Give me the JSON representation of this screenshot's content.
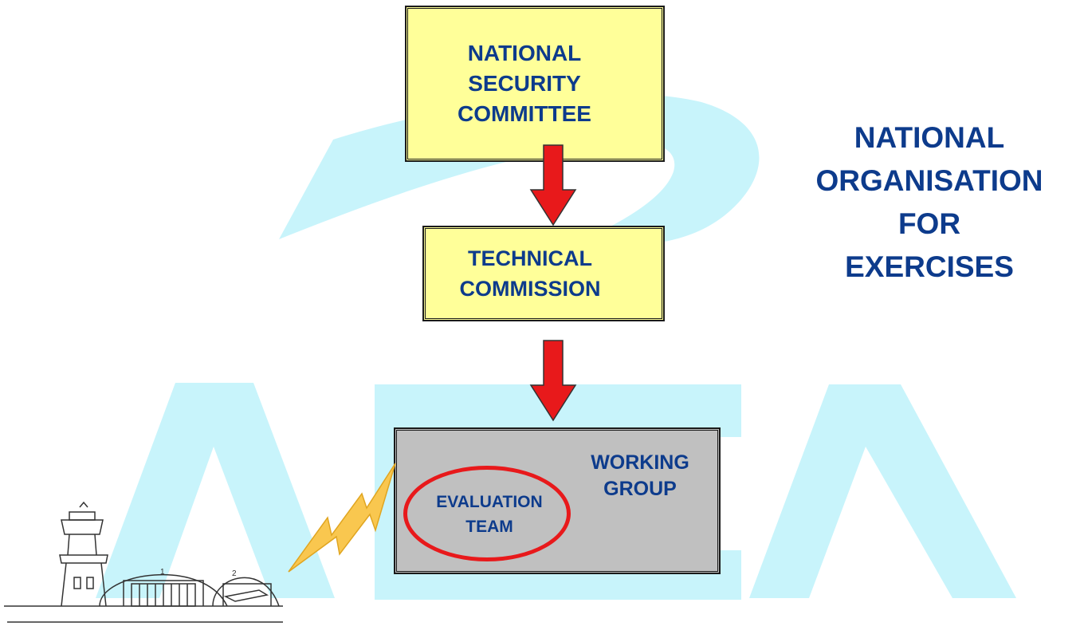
{
  "watermark": {
    "text": "AESA"
  },
  "boxes": {
    "national_security_committee": "NATIONAL\nSECURITY\nCOMMITTEE",
    "technical_commission": "TECHNICAL\nCOMMISSION",
    "working_group": "WORKING\nGROUP",
    "evaluation_team": "EVALUATION\nTEAM"
  },
  "side_title": "NATIONAL\nORGANISATION\nFOR\nEXERCISES",
  "colors": {
    "label_text": "#0d3b8c",
    "box_yellow": "#ffff99",
    "box_grey": "#c0c0c0",
    "arrow_red": "#e8191b",
    "ring_red": "#e8191b",
    "watermark": "#c8f4fb",
    "lightning": "#f9c74f"
  },
  "icons": {
    "arrows": "down-arrow-icon",
    "lightning": "lightning-bolt-icon",
    "airport": "airport-illustration"
  }
}
